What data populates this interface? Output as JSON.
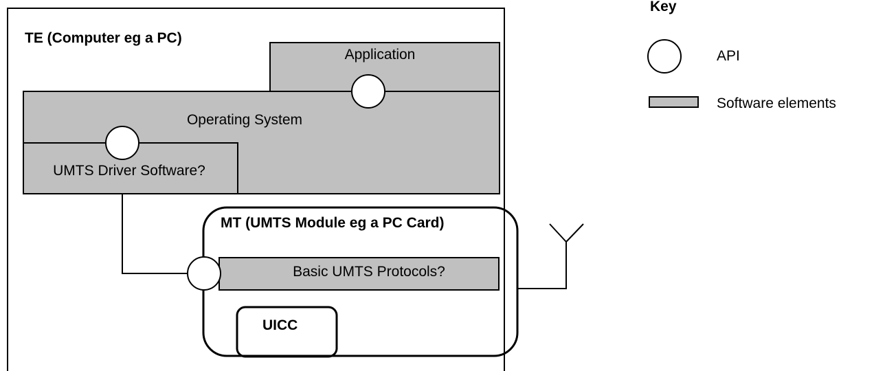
{
  "te": {
    "title": "TE (Computer eg a PC)"
  },
  "application": {
    "label": "Application"
  },
  "operating_system": {
    "label": "Operating System"
  },
  "driver": {
    "label": "UMTS Driver Software?"
  },
  "mt": {
    "title": "MT (UMTS Module eg a PC Card)"
  },
  "protocols": {
    "label": "Basic UMTS Protocols?"
  },
  "uicc": {
    "label": "UICC"
  },
  "key": {
    "title": "Key",
    "api_label": "API",
    "software_label": "Software elements"
  },
  "colors": {
    "software_fill": "#c0c0c0",
    "api_fill": "#ffffff",
    "stroke": "#000000"
  },
  "icons": {
    "api": "circle",
    "antenna": "antenna-icon"
  }
}
